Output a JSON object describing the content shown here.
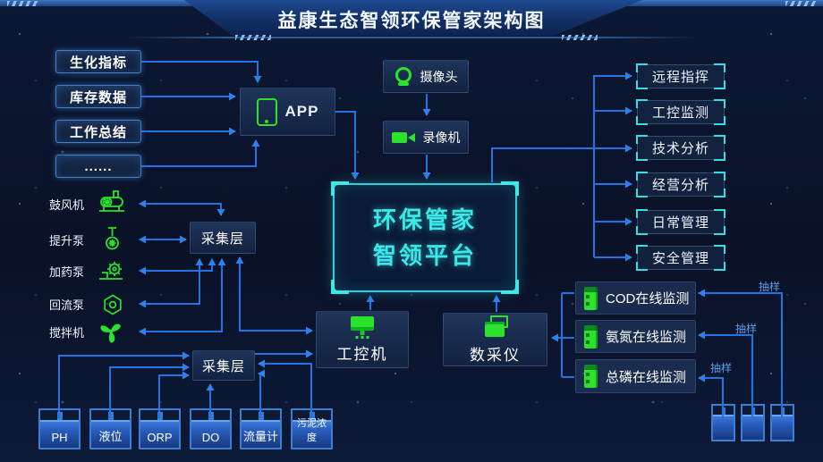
{
  "title": "益康生态智领环保管家架构图",
  "colors": {
    "background": "#0a1228",
    "line_blue": "#2373e2",
    "accent_cyan": "#35dfe2",
    "icon_green": "#2ce22c",
    "box_navy": "#182a4c"
  },
  "left_inputs": [
    "生化指标",
    "库存数据",
    "工作总结",
    "......"
  ],
  "app": {
    "label": "APP"
  },
  "camera": {
    "label": "摄像头"
  },
  "recorder": {
    "label": "录像机"
  },
  "platform": {
    "line1": "环保管家",
    "line2": "智领平台"
  },
  "right_outputs": [
    "远程指挥",
    "工控监测",
    "技术分析",
    "经营分析",
    "日常管理",
    "安全管理"
  ],
  "equipment": [
    "鼓风机",
    "提升泵",
    "加药泵",
    "回流泵",
    "搅拌机"
  ],
  "collection_layers": [
    "采集层",
    "采集层"
  ],
  "industrial_pc": {
    "label": "工控机"
  },
  "data_collector": {
    "label": "数采仪"
  },
  "monitoring": [
    "COD在线监测",
    "氨氮在线监测",
    "总磷在线监测"
  ],
  "sampling_labels": [
    "抽样",
    "抽样",
    "抽样"
  ],
  "sensors": [
    "PH",
    "液位",
    "ORP",
    "DO",
    "流量计",
    "污泥浓度"
  ]
}
